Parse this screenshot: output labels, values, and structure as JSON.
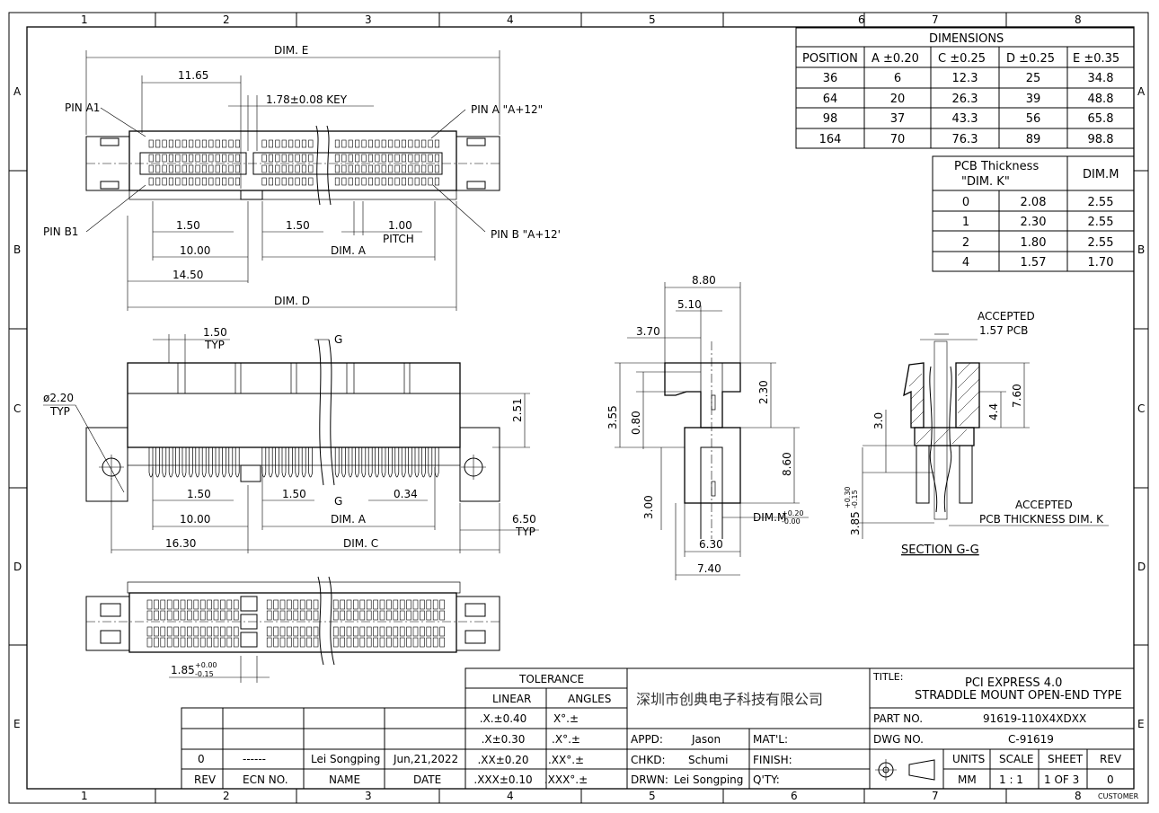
{
  "border": {
    "zones_top": [
      "1",
      "2",
      "3",
      "4",
      "5",
      "6",
      "7",
      "8"
    ],
    "zones_bottom": [
      "1",
      "2",
      "3",
      "4",
      "5",
      "6",
      "7",
      "8"
    ],
    "rows": [
      "A",
      "B",
      "C",
      "D",
      "E"
    ],
    "customer": "CUSTOMER"
  },
  "top_view": {
    "dim_e": "DIM. E",
    "d_1165": "11.65",
    "key": "1.78±0.08 KEY",
    "pin_a1": "PIN A1",
    "pin_a": "PIN A \"A+12\"",
    "pin_b1": "PIN B1",
    "pin_b": "PIN B \"A+12'",
    "d_150a": "1.50",
    "d_150b": "1.50",
    "d_100": "1.00",
    "pitch": "PITCH",
    "d_1000": "10.00",
    "dim_a": "DIM. A",
    "d_1450": "14.50",
    "dim_d": "DIM. D"
  },
  "front_view": {
    "d_150": "1.50",
    "typ": "TYP",
    "g_top": "G",
    "dia": "ø2.20",
    "dia_typ": "TYP",
    "d_251": "2.51",
    "d_150a": "1.50",
    "d_150b": "1.50",
    "g_bot": "G",
    "d_034": "0.34",
    "d_1000": "10.00",
    "dim_a": "DIM. A",
    "d_650": "6.50",
    "typ2": "TYP",
    "d_1630": "16.30",
    "dim_c": "DIM. C"
  },
  "side_view": {
    "d_880": "8.80",
    "d_510": "5.10",
    "d_370": "3.70",
    "d_355": "3.55",
    "d_080": "0.80",
    "d_230": "2.30",
    "d_860": "8.60",
    "d_300": "3.00",
    "dim_m": "DIM.M",
    "dim_m_tol_up": "+0.20",
    "dim_m_tol_dn": "-0.00",
    "d_630": "6.30",
    "d_740": "7.40"
  },
  "section": {
    "accepted": "ACCEPTED",
    "pcb157": "1.57 PCB",
    "d_760": "7.60",
    "d_44": "4.4",
    "d_30": "3.0",
    "d_385": "3.85",
    "d_385_up": "+0.30",
    "d_385_dn": "-0.15",
    "accepted2": "ACCEPTED",
    "pcb_k": "PCB THICKNESS DIM. K",
    "title": "SECTION G-G"
  },
  "bottom_view": {
    "d_185": "1.85",
    "d_185_up": "+0.00",
    "d_185_dn": "-0.15"
  },
  "dimensions_table": {
    "title": "DIMENSIONS",
    "headers": [
      "POSITION",
      "A ±0.20",
      "C ±0.25",
      "D ±0.25",
      "E ±0.35"
    ],
    "rows": [
      [
        "36",
        "6",
        "12.3",
        "25",
        "34.8"
      ],
      [
        "64",
        "20",
        "26.3",
        "39",
        "48.8"
      ],
      [
        "98",
        "37",
        "43.3",
        "56",
        "65.8"
      ],
      [
        "164",
        "70",
        "76.3",
        "89",
        "98.8"
      ]
    ]
  },
  "pcb_table": {
    "header1": "PCB Thickness",
    "header1b": "\"DIM. K\"",
    "header2": "DIM.M",
    "rows": [
      [
        "0",
        "2.08",
        "2.55"
      ],
      [
        "1",
        "2.30",
        "2.55"
      ],
      [
        "2",
        "1.80",
        "2.55"
      ],
      [
        "4",
        "1.57",
        "1.70"
      ]
    ]
  },
  "title_block": {
    "tolerance": "TOLERANCE",
    "linear": "LINEAR",
    "angles": "ANGLES",
    "tol_rows": [
      [
        ".X.±0.40",
        "X°.±"
      ],
      [
        ".X±0.30",
        ".X°.±"
      ],
      [
        ".XX±0.20",
        ".XX°.±"
      ],
      [
        ".XXX±0.10",
        ".XXX°.±"
      ]
    ],
    "company": "深圳市创典电子科技有限公司",
    "rev_row": [
      "0",
      "------",
      "Lei Songping",
      "Jun,21,2022"
    ],
    "rev_labels": [
      "REV",
      "ECN NO.",
      "NAME",
      "DATE"
    ],
    "appd_label": "APPD:",
    "appd": "Jason",
    "chkd_label": "CHKD:",
    "chkd": "Schumi",
    "drwn_label": "DRWN:",
    "drwn": "Lei Songping",
    "matl_label": "MAT'L:",
    "finish_label": "FINISH:",
    "qty_label": "Q'TY:",
    "title_label": "TITLE:",
    "title1": "PCI EXPRESS 4.0",
    "title2": "STRADDLE MOUNT OPEN-END TYPE",
    "part_label": "PART NO.",
    "part_no": "91619-110X4XDXX",
    "dwg_label": "DWG NO.",
    "dwg_no": "C-91619",
    "units_label": "UNITS",
    "units": "MM",
    "scale_label": "SCALE",
    "scale": "1 : 1",
    "sheet_label": "SHEET",
    "sheet": "1 OF 3",
    "rev_label": "REV",
    "rev": "0"
  }
}
